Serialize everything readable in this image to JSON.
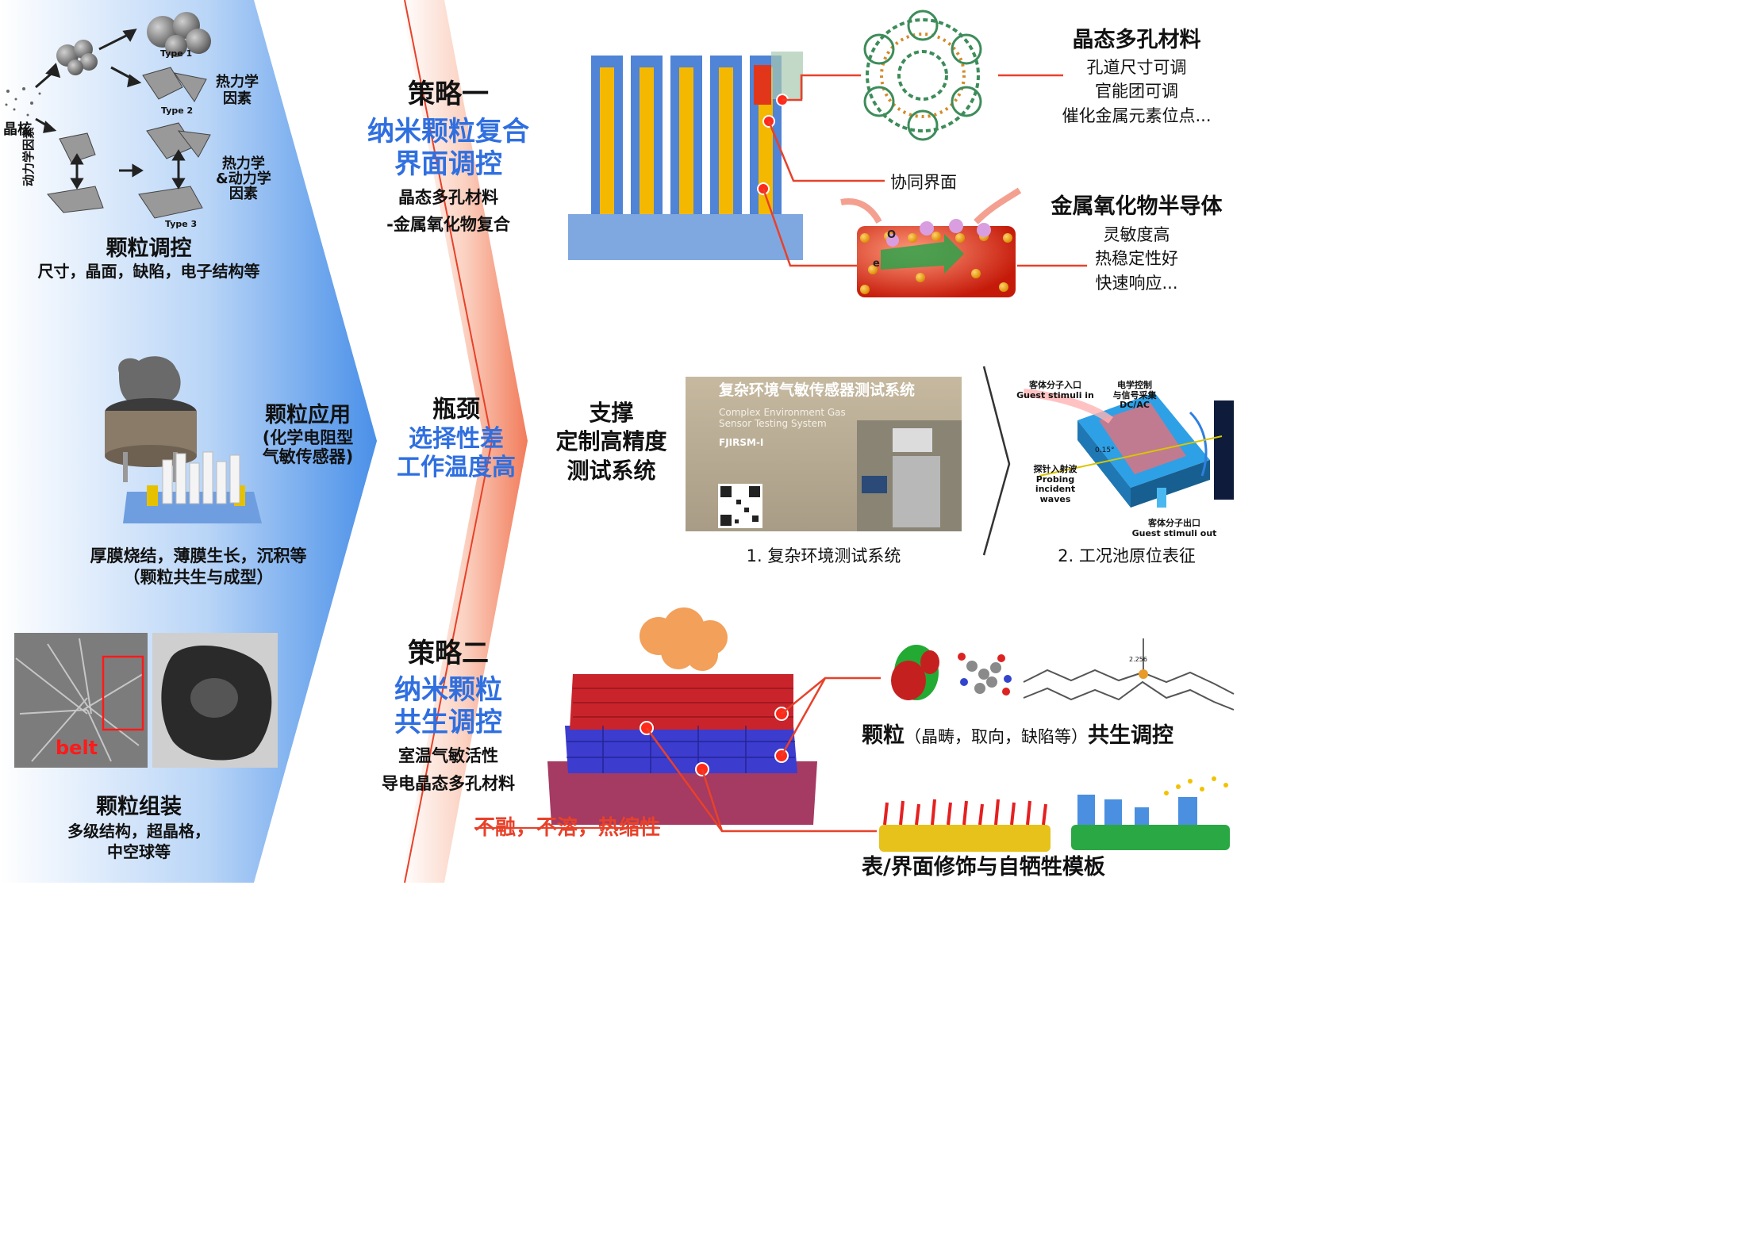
{
  "left_column": {
    "types": [
      "Type 1",
      "Type 2",
      "Type 3"
    ],
    "nucleus": "晶核",
    "kinetic_vertical": "动力学因素",
    "thermo_1": "热力学\n因素",
    "thermo_kinetic": "热力学\n&动力学\n因素",
    "regulation_title": "颗粒调控",
    "regulation_desc": "尺寸，晶面，缺陷，电子结构等",
    "application_title": "颗粒应用",
    "application_sub": "(化学电阻型\n气敏传感器)",
    "application_desc": "厚膜烧结，薄膜生长，沉积等\n（颗粒共生与成型）",
    "belt_label": "belt",
    "assembly_title": "颗粒组装",
    "assembly_desc": "多级结构，超晶格，\n中空球等"
  },
  "middle_column": {
    "strategy1": {
      "title": "策略一",
      "blue": "纳米颗粒复合\n界面调控",
      "desc": "晶态多孔材料\n-金属氧化物复合"
    },
    "bottleneck": {
      "title": "瓶颈",
      "blue": "选择性差\n工作温度高"
    },
    "strategy2": {
      "title": "策略二",
      "blue": "纳米颗粒\n共生调控",
      "desc": "室温气敏活性\n导电晶态多孔材料"
    }
  },
  "right_top": {
    "porous_title": "晶态多孔材料",
    "porous_desc": "孔道尺寸可调\n官能团可调\n催化金属元素位点...",
    "interface_label": "协同界面",
    "oxide_title": "金属氧化物半导体",
    "oxide_desc": "灵敏度高\n热稳定性好\n快速响应...",
    "molecule_labels": [
      "O",
      "e"
    ]
  },
  "right_middle": {
    "support": "支撑\n定制高精度\n测试系统",
    "system_photo_title": "复杂环境气敏传感器测试系统",
    "system_photo_en": "Complex Environment Gas\nSensor Testing System",
    "system_photo_code": "FJIRSM-I",
    "caption1": "1. 复杂环境测试系统",
    "cell_labels": {
      "inlet": "客体分子入口\nGuest stimuli in",
      "control": "电学控制\n与信号采集\nDC/AC",
      "probe": "探针入射波\nProbing incident\nwaves",
      "outlet": "客体分子出口\nGuest stimuli out",
      "angle": "0.15°"
    },
    "caption2": "2. 工况池原位表征"
  },
  "right_bottom": {
    "bond_value": "2.256",
    "cogrowth_strong": "颗粒",
    "cogrowth_light": "（晶畴，取向，缺陷等）",
    "cogrowth_strong2": "共生调控",
    "struck_text": "不融，不溶，热缩性",
    "surface_title": "表/界面修饰与自牺牲模板"
  },
  "colors": {
    "blue_text": "#2f6fe0",
    "red_text": "#e8412a",
    "left_panel_blue": "#4a90e8",
    "middle_salmon": "#f27b5a"
  }
}
